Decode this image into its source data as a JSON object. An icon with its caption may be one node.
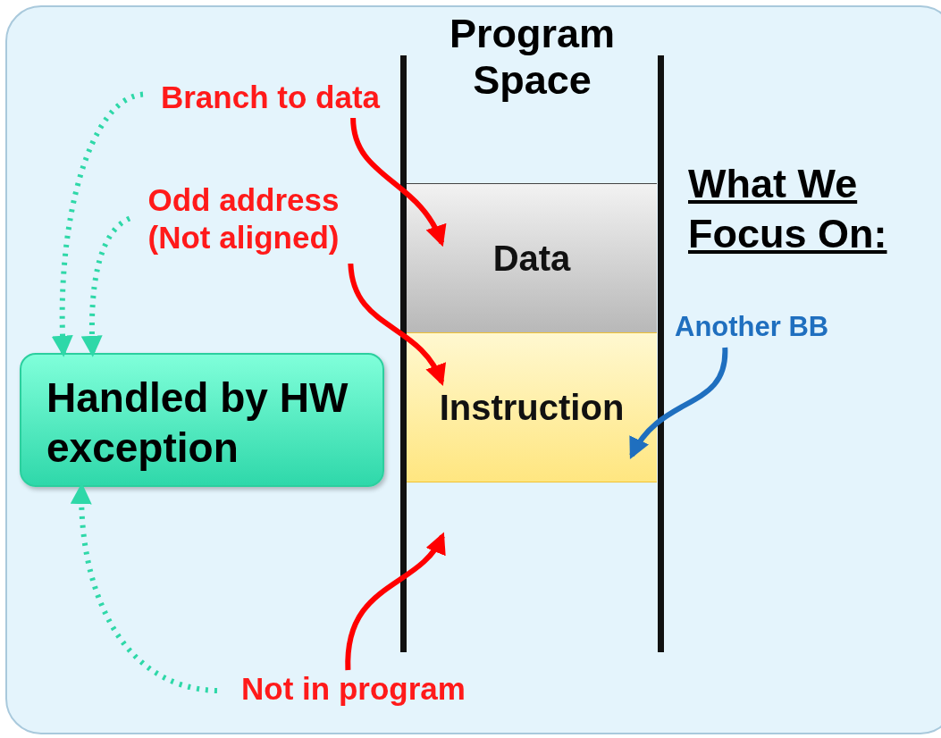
{
  "diagram": {
    "nodes": [
      {
        "text": [
          "Program Space"
        ]
      },
      {
        "text": [
          "Data"
        ],
        "in": 0
      },
      {
        "text": [
          "Instruction"
        ],
        "in": 0
      },
      {
        "text": [
          "Handled by HW exception"
        ]
      },
      {
        "text": [
          "Branch to data"
        ]
      },
      {
        "text": [
          "Odd address (Not aligned)"
        ]
      },
      {
        "text": [
          "Not in program"
        ]
      },
      {
        "text": [
          "Another BB"
        ]
      }
    ],
    "edges": [
      {
        "from": 4,
        "to": 1,
        "arrow": "to"
      },
      {
        "from": 5,
        "to": 2,
        "arrow": "to"
      },
      {
        "from": 6,
        "to": null,
        "arrow": "to"
      },
      {
        "from": 7,
        "to": 2,
        "arrow": "to",
        "color": "#1f6fbf"
      },
      {
        "from": 4,
        "to": 3,
        "arrow": "to",
        "style": "dashed",
        "color": "#2ed8a8"
      },
      {
        "from": 5,
        "to": 3,
        "arrow": "to",
        "style": "dashed",
        "color": "#2ed8a8"
      },
      {
        "from": 6,
        "to": 3,
        "arrow": "to",
        "style": "dashed",
        "color": "#2ed8a8"
      }
    ],
    "labels": [
      "What We Focus On:"
    ]
  }
}
